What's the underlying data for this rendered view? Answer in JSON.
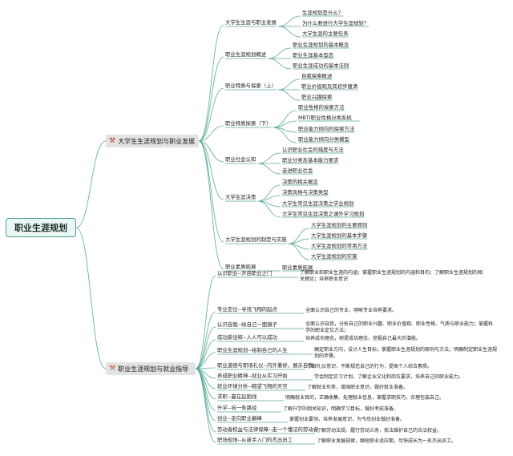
{
  "root": "职业生涯规划",
  "branches": [
    {
      "label": "大学生生涯规划与职业发展",
      "icon": "crossed-tools-icon",
      "topics": [
        {
          "label": "大学生生涯与职业发展",
          "items": [
            "生涯规划是什么？",
            "为什么要进行大学生涯规划？",
            "大学生涯的主要任务"
          ]
        },
        {
          "label": "职业生涯规划概述",
          "items": [
            "职业生涯规划的基本概念",
            "职业生涯基本型态",
            "职业生涯成功的基本法则"
          ]
        },
        {
          "label": "职业特质与探索（上）",
          "items": [
            "自我探索概述",
            "职业价值观及其初步厘清",
            "职业兴趣探索"
          ]
        },
        {
          "label": "职业特质探索（下）",
          "items": [
            "职业性格的探索方法",
            "MBTI职业性格分类系统",
            "职业能力倾向的探索方法",
            "职业能力倾向分类模型"
          ]
        },
        {
          "label": "职业社会认知",
          "items": [
            "认识职业社会的措度与方法",
            "职业分类及基本能力要求",
            "走进职业社会"
          ]
        },
        {
          "label": "大学生涯决策",
          "items": [
            "决策的相关概念",
            "决策风格与决策类型",
            "大学生常见生涯决策之学业规划",
            "大学生常见生涯决策之课外学习规划"
          ]
        },
        {
          "label": "大学生涯规划的制定与实施",
          "items": [
            "大学生涯规划的主要原则",
            "大学生涯规划的基本步骤",
            "大学生涯规划的常用方法",
            "大学生涯规划的实施"
          ]
        },
        {
          "label": "职业素质拓展",
          "items": [
            "职业素质拓展"
          ]
        }
      ]
    },
    {
      "label": "职业生涯规划与就业指导",
      "icon": "crossed-tools-icon",
      "topics": [
        {
          "label": "认识职业--开启职业之门",
          "note": "了解职业和职业生涯的内涵；掌握职业生涯规划的内涵和目的；了解职业生涯规划的相关理论；培养职业意识"
        },
        {
          "label": "专业定位--寻找飞翔的起点",
          "note": "全面认识自己的专业，明晰专业培养要求。"
        },
        {
          "label": "认识自我--给自己一面镜子",
          "note": "全面认识自我，分析自己的职业兴趣、职业价值观、职业性格、气质与职业能力；掌握科学的职业定位方法；"
        },
        {
          "label": "成功新诠释--人人可以成功",
          "note": "培养成功理念，树提成功理念，挖掘自己最大的潜能。"
        },
        {
          "label": "职业生涯规划--绘制自己的人生",
          "note": "确定职业方向，设计人生目标；掌握职业生涯规划的原则与方法；明确制定职业生涯规划的步骤。"
        },
        {
          "label": "职业道德与职场礼仪--内外兼修，展示自我",
          "note": "了解礼仪常识，不断规范自己的行为，提高个人综合素质。"
        },
        {
          "label": "养成职业精神--就业从实习开始",
          "note": "学会制定实习计划，了解企业文化和岗位要求，培养自己的职业能力。"
        },
        {
          "label": "就业环境分析--瞄望飞翔的天空",
          "note": "了解就业形势，增强职业意识，做好就业准备。"
        },
        {
          "label": "求职--赢在起跑线",
          "note": "明确就业目的，正确收集、处理就业信息，掌握求职技巧，合理包装自己。"
        },
        {
          "label": "升学--另一条路径",
          "note": "了解升学的相关知识，明确学习目标，做好考前准备。"
        },
        {
          "label": "创业--走向职业巅峰",
          "note": "掌握创业要领，培养发展意识，为今后创业做好准备。"
        },
        {
          "label": "劳动者权益与法律保障--走一个懂法的劳动者",
          "note": "了解劳动法规，履行劳动义务，依法维护自己的合法权益。"
        },
        {
          "label": "职场现场--从新手入门的杰出员工",
          "note": "了解职业发展规律，缩短职业适应期，尽快成长为一名杰出员工。"
        }
      ]
    }
  ],
  "colors": {
    "connector": "#5aa99c",
    "root_border": "#4d9e92",
    "branch_fill": "#e3e3e3"
  }
}
